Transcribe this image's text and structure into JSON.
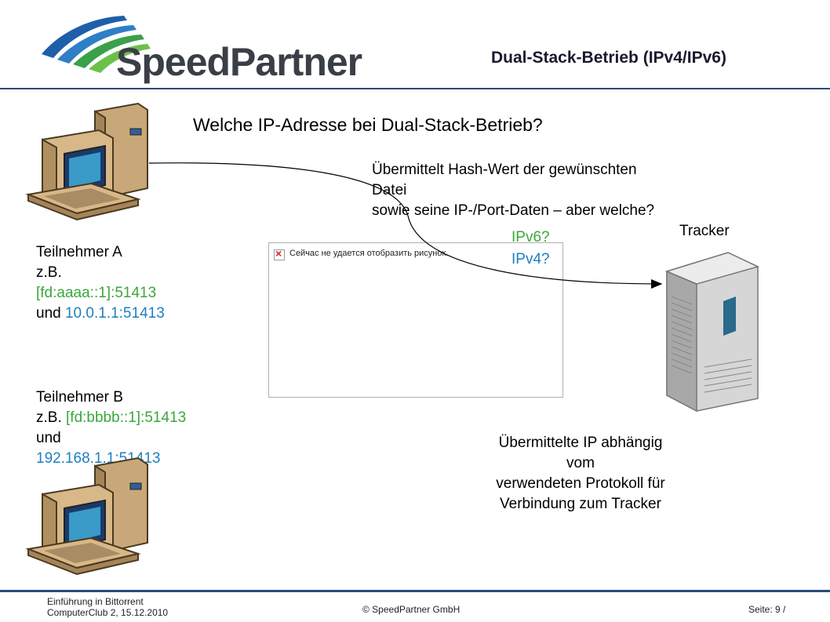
{
  "header": {
    "logo_text": "SpeedPartner",
    "title": "Dual-Stack-Betrieb (IPv4/IPv6)"
  },
  "main": {
    "question": "Welche IP-Adresse bei Dual-Stack-Betrieb?",
    "annotation_lines": [
      "Übermittelt Hash-Wert der gewünschten",
      "Datei",
      "sowie seine IP-/Port-Daten – aber welche?"
    ],
    "tracker_label": "Tracker",
    "ipv6_label": "IPv6?",
    "ipv4_label": "IPv4?",
    "broken_image_text": "Сейчас не удается отобразить рисунок.",
    "participant_a": {
      "name": "Teilnehmer A",
      "example": "z.B.",
      "ipv6": "[fd:aaaa::1]:51413",
      "and": "und",
      "ipv4": "10.0.1.1:51413"
    },
    "participant_b": {
      "name": "Teilnehmer B",
      "example": "z.B.",
      "ipv6": "[fd:bbbb::1]:51413",
      "and": "und",
      "ipv4": "192.168.1.1:51413"
    },
    "explanation_lines": [
      "Übermittelte IP abhängig",
      "vom",
      "verwendeten Protokoll für",
      "Verbindung zum Tracker"
    ]
  },
  "footer": {
    "left_line1": "Einführung in Bittorrent",
    "left_line2": "ComputerClub 2, 15.12.2010",
    "center": "© SpeedPartner GmbH",
    "right": "Seite: 9 /"
  },
  "colors": {
    "green": "#3aa83a",
    "blue": "#1f7fbf",
    "rule": "#2a4a7a",
    "logo_blue": "#1f5fa8",
    "logo_green": "#4cb24c"
  },
  "icons": [
    "computer-a-icon",
    "computer-b-icon",
    "tracker-server-icon",
    "broken-image-icon",
    "speedpartner-logo-swoosh"
  ]
}
